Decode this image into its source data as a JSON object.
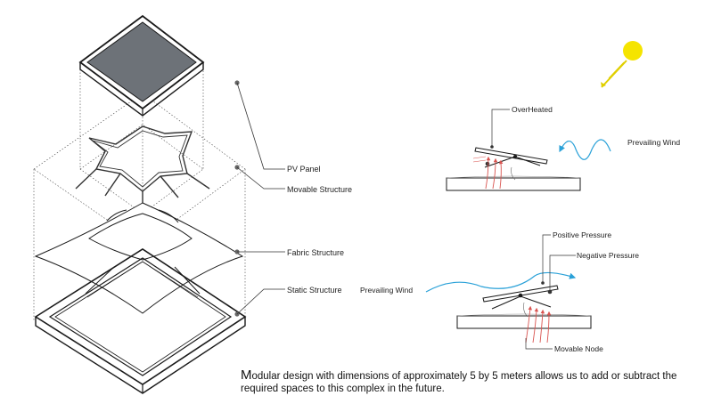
{
  "exploded_view": {
    "labels": {
      "pv_panel": "PV Panel",
      "movable_structure": "Movable Structure",
      "fabric_structure": "Fabric Structure",
      "static_structure": "Static Structure"
    }
  },
  "diagram_overheated": {
    "overheated": "OverHeated",
    "prevailing_wind": "Prevailing Wind"
  },
  "diagram_pressure": {
    "positive_pressure": "Positive Pressure",
    "negative_pressure": "Negative Pressure",
    "prevailing_wind": "Prevailing Wind",
    "movable_node": "Movable Node"
  },
  "caption": {
    "first_letter": "M",
    "text": "odular design with dimensions of approximately 5 by 5 meters allows us to add or subtract the required spaces to this complex in the future."
  },
  "colors": {
    "sun": "#f5e400",
    "wind": "#2aa1d8",
    "heat_arrows": "#d9534f",
    "panel_fill": "#6d7278",
    "line": "#1a1a1a"
  }
}
